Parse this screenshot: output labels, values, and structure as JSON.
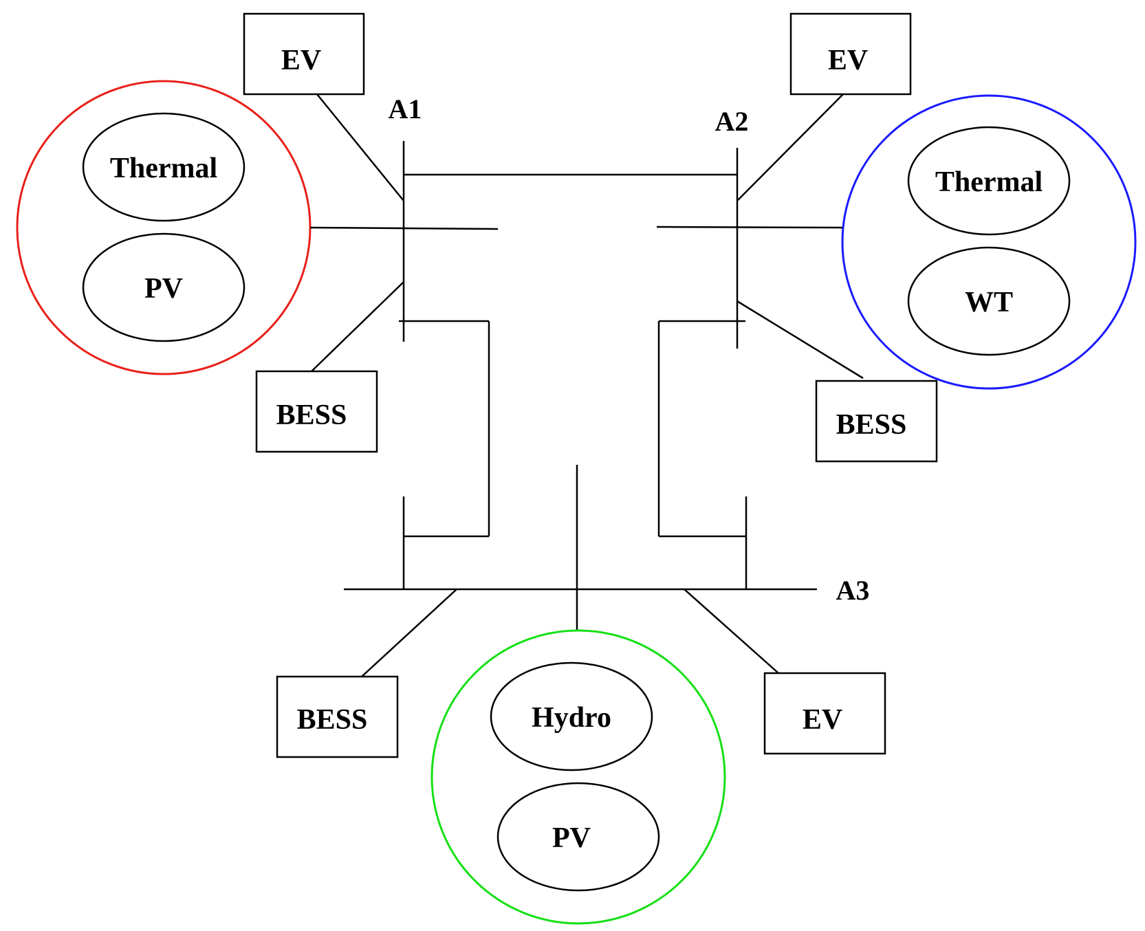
{
  "areas": {
    "a1": {
      "label": "A1",
      "border_color": "#e8201a",
      "gen_top": "Thermal",
      "gen_bottom": "PV",
      "ev": "EV",
      "bess": "BESS"
    },
    "a2": {
      "label": "A2",
      "border_color": "#1a1aff",
      "gen_top": "Thermal",
      "gen_bottom": "WT",
      "ev": "EV",
      "bess": "BESS"
    },
    "a3": {
      "label": "A3",
      "border_color": "#16e016",
      "gen_top": "Hydro",
      "gen_bottom": "PV",
      "ev": "EV",
      "bess": "BESS"
    }
  }
}
